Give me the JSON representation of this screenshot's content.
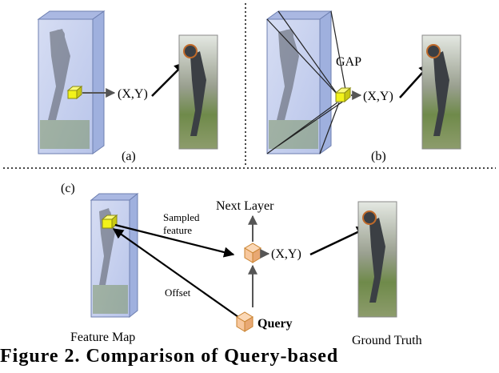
{
  "panel_a": {
    "label": "(a)",
    "coord": "(X,Y)"
  },
  "panel_b": {
    "label": "(b)",
    "coord": "(X,Y)",
    "gap_label": "GAP"
  },
  "panel_c": {
    "label": "(c)",
    "coord": "(X,Y)",
    "next_layer": "Next Layer",
    "sampled_line1": "Sampled",
    "sampled_line2": "feature",
    "offset": "Offset",
    "query": "Query",
    "feature_map": "Feature Map",
    "ground_truth": "Ground Truth"
  },
  "caption_text": "Figure 2.   Comparison of Query-based",
  "colors": {
    "map_face": "#c9d3ef",
    "map_edge": "#6e7fb0",
    "feature_cube": "#f2f21a",
    "query_cube": "#f7c79d",
    "query_edge": "#c9822f",
    "arrow": "#000000",
    "gray_arrow": "#555555"
  }
}
